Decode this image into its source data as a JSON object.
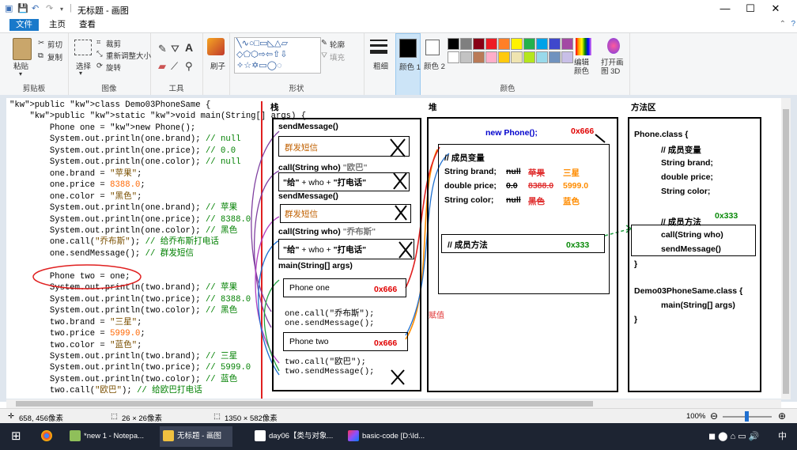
{
  "window": {
    "title": "无标题 - 画图",
    "controls": [
      "—",
      "☐",
      "✕"
    ]
  },
  "tabs": [
    {
      "label": "文件",
      "active": true
    },
    {
      "label": "主页",
      "active": false
    },
    {
      "label": "查看",
      "active": false
    }
  ],
  "ribbon": {
    "clipboard": {
      "paste": "粘贴",
      "cut": "剪切",
      "copy": "复制",
      "label": "剪贴板"
    },
    "image": {
      "select": "选择",
      "crop": "裁剪",
      "resize": "重新调整大小",
      "rotate": "旋转",
      "label": "图像"
    },
    "tools": {
      "label": "工具"
    },
    "brushes": {
      "label": "刷子"
    },
    "shapes": {
      "outline": "轮廓",
      "fill": "填充",
      "label": "形状"
    },
    "size": {
      "label": "粗细"
    },
    "color1": {
      "label": "颜色 1"
    },
    "color2": {
      "label": "颜色 2"
    },
    "edit_colors": "编辑颜色",
    "paint3d": "打开画图 3D",
    "colors_label": "颜色",
    "palette": [
      "#000000",
      "#7f7f7f",
      "#880015",
      "#ed1c24",
      "#ff7f27",
      "#fff200",
      "#22b14c",
      "#00a2e8",
      "#3f48cc",
      "#a349a4",
      "#ffffff",
      "#c3c3c3",
      "#b97a57",
      "#ffaec9",
      "#ffc90e",
      "#efe4b0",
      "#b5e61d",
      "#99d9ea",
      "#7092be",
      "#c8bfe7"
    ]
  },
  "code": {
    "lines": [
      "public class Demo03PhoneSame {",
      "    public static void main(String[] args) {",
      "        Phone one = new Phone();",
      "        System.out.println(one.brand); // null",
      "        System.out.println(one.price); // 0.0",
      "        System.out.println(one.color); // null",
      "        one.brand = \"苹果\";",
      "        one.price = 8388.0;",
      "        one.color = \"黑色\";",
      "        System.out.println(one.brand); // 苹果",
      "        System.out.println(one.price); // 8388.0",
      "        System.out.println(one.color); // 黑色",
      "        one.call(\"乔布斯\"); // 给乔布斯打电话",
      "        one.sendMessage(); // 群发短信",
      "",
      "        Phone two = one;",
      "        System.out.println(two.brand); // 苹果",
      "        System.out.println(two.price); // 8388.0",
      "        System.out.println(two.color); // 黑色",
      "        two.brand = \"三星\";",
      "        two.price = 5999.0;",
      "        two.color = \"蓝色\";",
      "        System.out.println(two.brand); // 三星",
      "        System.out.println(two.price); // 5999.0",
      "        System.out.println(two.color); // 蓝色",
      "        two.call(\"欧巴\"); // 给欧巴打电话"
    ]
  },
  "stack": {
    "title": "栈",
    "frames": [
      {
        "header": "sendMessage()",
        "body": "群发短信"
      },
      {
        "header": "call(String who)",
        "arg": "\"欧巴\"",
        "body_a": "\"给\"",
        "body_b": " + who + ",
        "body_c": "\"打电话\""
      },
      {
        "header": "sendMessage()",
        "body": "群发短信"
      },
      {
        "header": "call(String who)",
        "arg": "\"乔布斯\"",
        "body_a": "\"给\"",
        "body_b": " + who + ",
        "body_c": "\"打电话\""
      }
    ],
    "main": {
      "header": "main(String[] args)",
      "var_one": "Phone one",
      "addr_one": "0x666",
      "one_call": "one.call(\"乔布斯\");",
      "one_send": "one.sendMessage();",
      "var_two": "Phone two",
      "addr_two": "0x666",
      "two_call": "two.call(\"欧巴\");",
      "two_send": "two.sendMessage();",
      "assign_note": "赋值"
    }
  },
  "heap": {
    "title": "堆",
    "new_phone": "new Phone();",
    "addr": "0x666",
    "fields_title": "// 成员变量",
    "fields": [
      {
        "name": "String brand;",
        "v1": "null",
        "v2": "苹果",
        "v3": "三星"
      },
      {
        "name": "double price;",
        "v1": "0.0",
        "v2": "8388.0",
        "v3": "5999.0"
      },
      {
        "name": "String color;",
        "v1": "null",
        "v2": "黑色",
        "v3": "蓝色"
      }
    ],
    "methods_title": "// 成员方法",
    "methods_addr": "0x333"
  },
  "method_area": {
    "title": "方法区",
    "class1": "Phone.class {",
    "fields_title": "// 成员变量",
    "fields": [
      "String brand;",
      "double price;",
      "String color;"
    ],
    "methods_title": "// 成员方法",
    "methods_addr": "0x333",
    "methods": [
      "call(String who)",
      "sendMessage()"
    ],
    "close": "}",
    "class2": "Demo03PhoneSame.class {",
    "main": "main(String[] args)",
    "close2": "}"
  },
  "status": {
    "cursor": "658, 456像素",
    "selection": "26 × 26像素",
    "canvas_size": "1350 × 582像素",
    "zoom": "100%"
  },
  "taskbar": {
    "items": [
      "*new 1 - Notepa...",
      "无标题 - 画图",
      "day06【类与对象...",
      "basic-code [D:\\Id..."
    ],
    "tray_lang": "中"
  }
}
